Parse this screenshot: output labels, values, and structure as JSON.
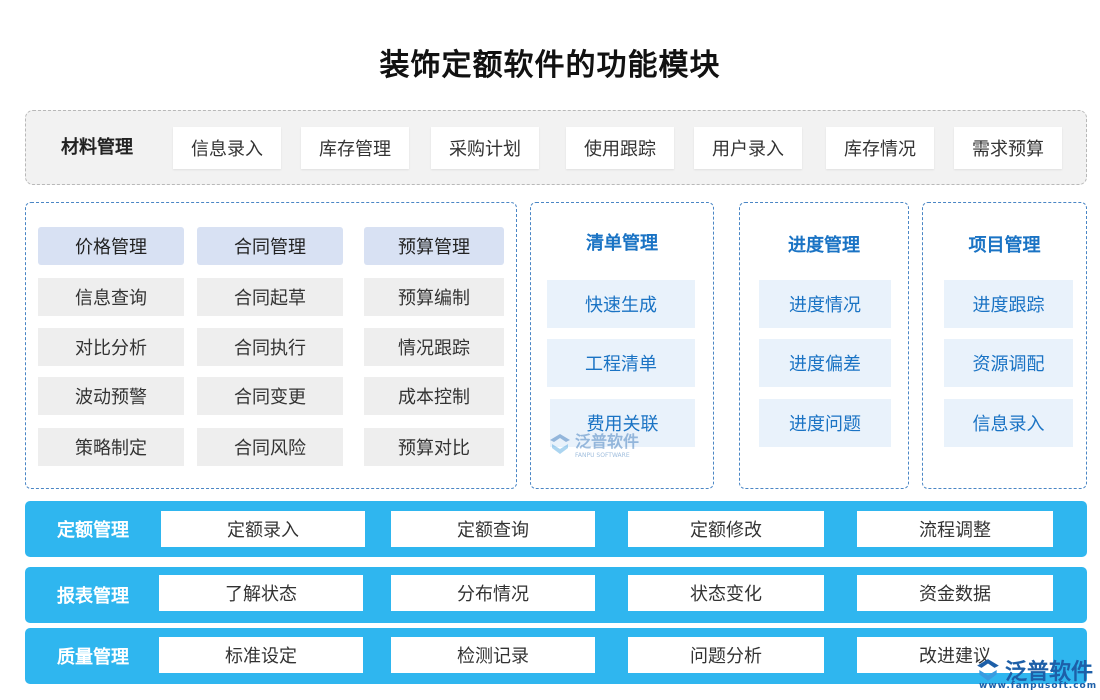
{
  "title": "装饰定额软件的功能模块",
  "row1": {
    "label": "材料管理",
    "items": [
      "信息录入",
      "库存管理",
      "采购计划",
      "使用跟踪",
      "用户录入",
      "库存情况",
      "需求预算"
    ]
  },
  "panel_left": {
    "columns": [
      {
        "header": "价格管理",
        "items": [
          "信息查询",
          "对比分析",
          "波动预警",
          "策略制定"
        ]
      },
      {
        "header": "合同管理",
        "items": [
          "合同起草",
          "合同执行",
          "合同变更",
          "合同风险"
        ]
      },
      {
        "header": "预算管理",
        "items": [
          "预算编制",
          "情况跟踪",
          "成本控制",
          "预算对比"
        ]
      }
    ]
  },
  "panel_list": {
    "header": "清单管理",
    "items": [
      "快速生成",
      "工程清单",
      "费用关联"
    ]
  },
  "panel_progress": {
    "header": "进度管理",
    "items": [
      "进度情况",
      "进度偏差",
      "进度问题"
    ]
  },
  "panel_project": {
    "header": "项目管理",
    "items": [
      "进度跟踪",
      "资源调配",
      "信息录入"
    ]
  },
  "bars": [
    {
      "label": "定额管理",
      "items": [
        "定额录入",
        "定额查询",
        "定额修改",
        "流程调整"
      ]
    },
    {
      "label": "报表管理",
      "items": [
        "了解状态",
        "分布情况",
        "状态变化",
        "资金数据"
      ]
    },
    {
      "label": "质量管理",
      "items": [
        "标准设定",
        "检测记录",
        "问题分析",
        "改进建议"
      ]
    }
  ],
  "watermark": {
    "text": "泛普软件",
    "sub": "FANPU SOFTWARE"
  },
  "logo": {
    "text": "泛普软件",
    "url": "www.fanpusoft.com"
  },
  "colors": {
    "bar_blue": "#2fb6ef",
    "accent_blue": "#1a73c4",
    "panel_border": "#4a86c5"
  }
}
